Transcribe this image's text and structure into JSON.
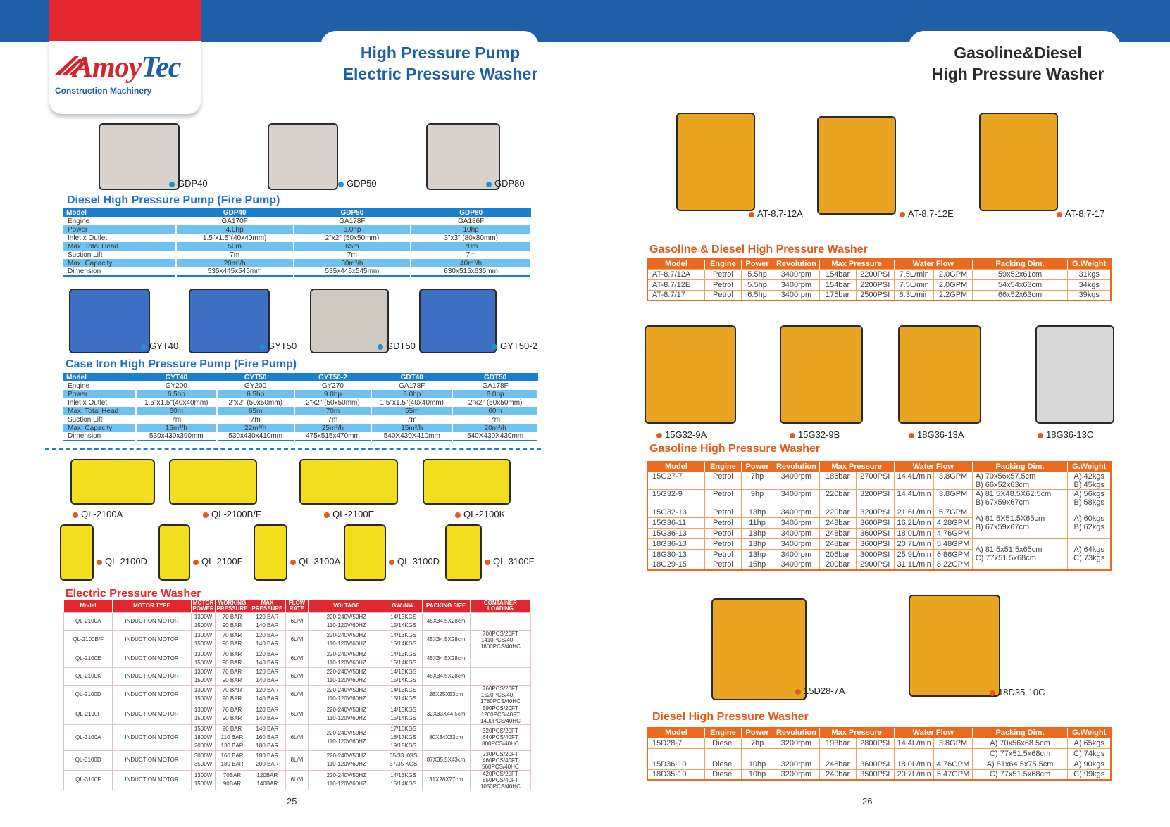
{
  "brand": {
    "name_a": "Amoy",
    "name_b": "Tec",
    "subtitle": "Construction  Machinery"
  },
  "header": {
    "left_line1": "High Pressure Pump",
    "left_line2": "Electric Pressure Washer",
    "right_line1": "Gasoline&Diesel",
    "right_line2": "High Pressure Washer"
  },
  "diesel_pump": {
    "products": [
      "GDP40",
      "GDP50",
      "GDP80"
    ],
    "title": "Diesel High Pressure Pump (Fire Pump)",
    "headers": [
      "Model",
      "GDP40",
      "GDP50",
      "GDP80"
    ],
    "rows": [
      [
        "Engine",
        "GA170F",
        "GA178F",
        "GA186F"
      ],
      [
        "Power",
        "4.0hp",
        "6.0hp",
        "10hp"
      ],
      [
        "Inlet x Outlet",
        "1.5\"x1.5\"(40x40mm)",
        "2\"x2\" (50x50mm)",
        "3\"x3\" (80x80mm)"
      ],
      [
        "Max. Total Head",
        "50m",
        "65m",
        "70m"
      ],
      [
        "Suction Lift",
        "7m",
        "7m",
        "7m"
      ],
      [
        "Max. Capacity",
        "20m³/h",
        "30m³/h",
        "40m³/h"
      ],
      [
        "Dimension",
        "535x445x545mm",
        "535x445x545mm",
        "630x515x635mm"
      ]
    ]
  },
  "case_pump": {
    "products": [
      "GYT40",
      "GYT50",
      "GDT50",
      "GYT50-2"
    ],
    "title": "Case Iron High Pressure Pump (Fire Pump)",
    "headers": [
      "Model",
      "GYT40",
      "GYT50",
      "GYT50-2",
      "GDT40",
      "GDT50"
    ],
    "rows": [
      [
        "Engine",
        "GY200",
        "GY200",
        "GY270",
        "GA178F",
        "GA178F"
      ],
      [
        "Power",
        "6.5hp",
        "6.5hp",
        "9.0hp",
        "6.0hp",
        "6.0hp"
      ],
      [
        "Inlet x Outlet",
        "1.5\"x1.5\"(40x40mm)",
        "2\"x2\" (50x50mm)",
        "2\"x2\" (50x50mm)",
        "1.5\"x1.5\"(40x40mm)",
        "2\"x2\" (50x50mm)"
      ],
      [
        "Max. Total Head",
        "60m",
        "65m",
        "70m",
        "55m",
        "60m"
      ],
      [
        "Suction Lift",
        "7m",
        "7m",
        "7m",
        "7m",
        "7m"
      ],
      [
        "Max. Capacity",
        "15m³/h",
        "22m³/h",
        "25m³/h",
        "15m³/h",
        "20m³/h"
      ],
      [
        "Dimension",
        "530x430x390mm",
        "530x430x410mm",
        "475x515x470mm",
        "540X430X410mm",
        "540X430X430mm"
      ]
    ]
  },
  "electric_products_row1": [
    "QL-2100A",
    "QL-2100B/F",
    "QL-2100E",
    "QL-2100K"
  ],
  "electric_products_row2": [
    "QL-2100D",
    "QL-2100F",
    "QL-3100A",
    "QL-3100D",
    "QL-3100F"
  ],
  "electric_washer": {
    "title": "Electric Pressure Washer",
    "headers": [
      "Model",
      "MOTOR TYPE",
      "MOTOR POWER",
      "WORKING PRESSURE",
      "MAX PRESSURE",
      "FLOW RATE",
      "VOLTAGE",
      "GW./NW.",
      "PACKING SIZE",
      "CONTAINER LOADING"
    ],
    "rows": [
      {
        "model": "QL-2100A",
        "motor": "INDUCTION MOTOR",
        "power": [
          "1300W",
          "1500W"
        ],
        "work": [
          "70 BAR",
          "90 BAR"
        ],
        "max": [
          "120 BAR",
          "140 BAR"
        ],
        "flow": "6L/M",
        "volt": [
          "220-240V/50HZ",
          "110-120V/60HZ"
        ],
        "gw": [
          "14/13KGS",
          "15/14KGS"
        ],
        "pack": "45X34.5X28cm",
        "load": ""
      },
      {
        "model": "QL-2100B/F",
        "motor": "INDUCTION MOTOR",
        "power": [
          "1300W",
          "1500W"
        ],
        "work": [
          "70 BAR",
          "90 BAR"
        ],
        "max": [
          "120 BAR",
          "140 BAR"
        ],
        "flow": "6L/M",
        "volt": [
          "220-240V/50HZ",
          "110-120V/60HZ"
        ],
        "gw": [
          "14/13KGS",
          "15/14KGS"
        ],
        "pack": "45X34.5X28cm",
        "load": "700PCS/20FT 1410PCS/40FT 1600PCS/40HC"
      },
      {
        "model": "QL-2100E",
        "motor": "INDUCTION MOTOR",
        "power": [
          "1300W",
          "1500W"
        ],
        "work": [
          "70 BAR",
          "90 BAR"
        ],
        "max": [
          "120 BAR",
          "140 BAR"
        ],
        "flow": "6L/M",
        "volt": [
          "220-240V/50HZ",
          "110-120V/60HZ"
        ],
        "gw": [
          "14/13KGS",
          "15/14KGS"
        ],
        "pack": "45X34.5X28cm",
        "load": ""
      },
      {
        "model": "QL-2100K",
        "motor": "INDUCTION MOTOR",
        "power": [
          "1300W",
          "1500W"
        ],
        "work": [
          "70 BAR",
          "90 BAR"
        ],
        "max": [
          "120 BAR",
          "140 BAR"
        ],
        "flow": "6L/M",
        "volt": [
          "220-240V/50HZ",
          "110-120V/60HZ"
        ],
        "gw": [
          "14/13KGS",
          "15/14KGS"
        ],
        "pack": "45X34.5X28cm",
        "load": ""
      },
      {
        "model": "QL-2100D",
        "motor": "INDUCTION MOTOR",
        "power": [
          "1300W",
          "1500W"
        ],
        "work": [
          "70 BAR",
          "90 BAR"
        ],
        "max": [
          "120 BAR",
          "140 BAR"
        ],
        "flow": "6L/M",
        "volt": [
          "220-240V/50HZ",
          "110-120V/60HZ"
        ],
        "gw": [
          "14/13KGS",
          "15/14KGS"
        ],
        "pack": "28X25X53cm",
        "load": "760PCS/20FT 1520PCS/40FT 1780PCS/40HC"
      },
      {
        "model": "QL-2100F",
        "motor": "INDUCTION MOTOR",
        "power": [
          "1300W",
          "1500W"
        ],
        "work": [
          "70 BAR",
          "90 BAR"
        ],
        "max": [
          "120 BAR",
          "140 BAR"
        ],
        "flow": "6L/M",
        "volt": [
          "220-240V/50HZ",
          "110-120V/60HZ"
        ],
        "gw": [
          "14/13KGS",
          "15/14KGS"
        ],
        "pack": "32X33X44.5cm",
        "load": "590PCS/20FT 1200PCS/40FT 1400PCS/40HC"
      },
      {
        "model": "QL-3100A",
        "motor": "INDUCTION MOTOR",
        "power": [
          "1500W",
          "1800W",
          "2000W"
        ],
        "work": [
          "90 BAR",
          "110 BAR",
          "130 BAR"
        ],
        "max": [
          "140 BAR",
          "160 BAR",
          "180 BAR"
        ],
        "flow": "6L/M",
        "volt": [
          "220-240V/50HZ",
          "110-120V/60HZ"
        ],
        "gw": [
          "17/16KGS",
          "18/17KGS",
          "19/18KGS"
        ],
        "pack": "80X34X33cm",
        "load": "320PCS/20FT 640PCS/40FT 800PCS/40HC"
      },
      {
        "model": "QL-3100D",
        "motor": "INDUCTION MOTOR",
        "power": [
          "3000W",
          "3500W"
        ],
        "work": [
          "160 BAR",
          "180 BAR"
        ],
        "max": [
          "180 BAR",
          "200 BAR"
        ],
        "flow": "8L/M",
        "volt": [
          "220-240V/50HZ",
          "110-120V/60HZ"
        ],
        "gw": [
          "35/33 KGS",
          "37/35 KGS"
        ],
        "pack": "87X35.5X43cm",
        "load": "230PCS/20FT 460PCS/40FT 560PCS/40HC"
      },
      {
        "model": "QL-3100F",
        "motor": "INDUCTION MOTOR",
        "power": [
          "1300W",
          "1500W"
        ],
        "work": [
          "70BAR",
          "90BAR"
        ],
        "max": [
          "120BAR",
          "140BAR"
        ],
        "flow": "6L/M",
        "volt": [
          "220-240V/50HZ",
          "110-120V/60HZ"
        ],
        "gw": [
          "14/13KGS",
          "15/14KGS"
        ],
        "pack": "31X28X77cm",
        "load": "420PCS/20FT 850PCS/40FT 1050PCS/40HC"
      }
    ]
  },
  "gd_products": [
    "AT-8.7-12A",
    "AT-8.7-12E",
    "AT-8.7-17"
  ],
  "gd_washer": {
    "title": "Gasoline & Diesel High Pressure Washer",
    "headers": [
      "Model",
      "Engine",
      "Power",
      "Revolution",
      "Max Pressure",
      "Water Flow",
      "Packing Dim.",
      "G.Weight"
    ],
    "rows": [
      [
        "AT-8.7/12A",
        "Petrol",
        "5.5hp",
        "3400rpm",
        "154bar",
        "2200PSI",
        "7.5L/min",
        "2.0GPM",
        "59x52x61cm",
        "31kgs"
      ],
      [
        "AT-8.7/12E",
        "Petrol",
        "5.5hp",
        "3400rpm",
        "154bar",
        "2200PSI",
        "7.5L/min",
        "2.0GPM",
        "54x54x63cm",
        "34kgs"
      ],
      [
        "AT-8.7/17",
        "Petrol",
        "6.5hp",
        "3400rpm",
        "175bar",
        "2500PSI",
        "8.3L/min",
        "2.2GPM",
        "66x52x63cm",
        "39kgs"
      ]
    ]
  },
  "gas_products": [
    "15G32-9A",
    "15G32-9B",
    "18G36-13A",
    "18G36-13C"
  ],
  "gas_washer": {
    "title": "Gasoline High Pressure Washer",
    "headers": [
      "Model",
      "Engine",
      "Power",
      "Revolution",
      "Max Pressure",
      "Water Flow",
      "Packing Dim.",
      "G.Weight"
    ],
    "groups": [
      {
        "rows": [
          [
            "15G27-7",
            "Petrol",
            "7hp",
            "3400rpm",
            "186bar",
            "2700PSI",
            "14.4L/min",
            "3.8GPM"
          ]
        ],
        "pack": [
          "A) 70x56x57.5cm",
          "B) 66x52x63cm"
        ],
        "wt": [
          "A) 42kgs",
          "B) 45kgs"
        ]
      },
      {
        "rows": [
          [
            "15G32-9",
            "Petrol",
            "9hp",
            "3400rpm",
            "220bar",
            "3200PSI",
            "14.4L/min",
            "3.8GPM"
          ]
        ],
        "pack": [
          "A) 81.5X48.5X62.5cm",
          "B) 67x59x67cm"
        ],
        "wt": [
          "A) 56kgs",
          "B) 58kgs"
        ]
      },
      {
        "rows": [
          [
            "15G32-13",
            "Petrol",
            "13hp",
            "3400rpm",
            "220bar",
            "3200PSI",
            "21.6L/min",
            "5.7GPM"
          ],
          [
            "15G36-11",
            "Petrol",
            "11hp",
            "3400rpm",
            "248bar",
            "3600PSI",
            "16.2L/min",
            "4.28GPM"
          ],
          [
            "15G36-13",
            "Petrol",
            "13hp",
            "3400rpm",
            "248bar",
            "3600PSI",
            "18.0L/min",
            "4.76GPM"
          ]
        ],
        "pack": [
          "A) 81.5X51.5X65cm",
          "B) 67x59x67cm"
        ],
        "wt": [
          "A) 60kgs",
          "B) 62kgs"
        ]
      },
      {
        "rows": [
          [
            "18G36-13",
            "Petrol",
            "13hp",
            "3400rpm",
            "248bar",
            "3600PSI",
            "20.7L/min",
            "5.48GPM"
          ],
          [
            "18G30-13",
            "Petrol",
            "13hp",
            "3400rpm",
            "206bar",
            "3000PSI",
            "25.9L/min",
            "6.86GPM"
          ],
          [
            "18G29-15",
            "Petrol",
            "15hp",
            "3400rpm",
            "200bar",
            "2900PSI",
            "31.1L/min",
            "8.22GPM"
          ]
        ],
        "pack": [
          "A) 81.5x51.5x65cm",
          "C) 77x51.5x68cm"
        ],
        "wt": [
          "A) 64kgs",
          "C) 73kgs"
        ]
      }
    ]
  },
  "diesel_products": [
    "15D28-7A",
    "18D35-10C"
  ],
  "diesel_washer": {
    "title": "Diesel High Pressure Washer",
    "headers": [
      "Model",
      "Engine",
      "Power",
      "Revolution",
      "Max Pressure",
      "Water Flow",
      "Packing Dim.",
      "G.Weight"
    ],
    "rows": [
      [
        "15D28-7",
        "Diesel",
        "7hp",
        "3200rpm",
        "193bar",
        "2800PSI",
        "14.4L/min",
        "3.8GPM",
        "A) 70x56x68.5cm",
        "A) 65kgs"
      ],
      [
        "",
        "",
        "",
        "",
        "",
        "",
        "",
        "",
        "C) 77x51.5x68cm",
        "C) 74kgs"
      ],
      [
        "15D36-10",
        "Diesel",
        "10hp",
        "3200rpm",
        "248bar",
        "3600PSI",
        "18.0L/min",
        "4.76GPM",
        "A) 81x64.5x75.5cm",
        "A) 90kgs"
      ],
      [
        "18D35-10",
        "Diesel",
        "10hp",
        "3200rpm",
        "240bar",
        "3500PSI",
        "20.7L/min",
        "5.47GPM",
        "C) 77x51.5x68cm",
        "C) 99kgs"
      ]
    ]
  },
  "pages": {
    "left": "25",
    "right": "26"
  },
  "colors": {
    "brand_blue": "#1f5fa8",
    "brand_red": "#e3262d",
    "table_blue": "#1a7fd0",
    "table_orange": "#ea6a1f"
  }
}
